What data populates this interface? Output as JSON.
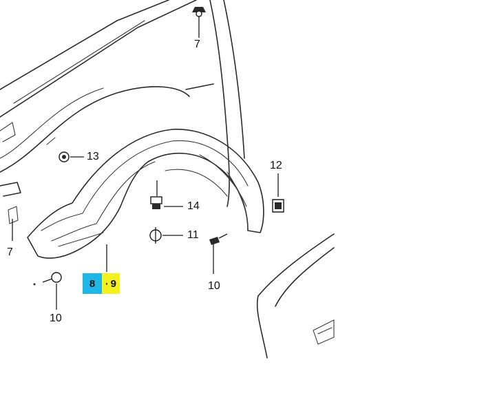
{
  "callouts": {
    "c7_top": "7",
    "c13": "13",
    "c12": "12",
    "c14": "14",
    "c11": "11",
    "c7_left": "7",
    "c10_right": "10",
    "c10_bottom": "10"
  },
  "highlight_labels": {
    "part8": "8",
    "separator": "·",
    "part9": "9",
    "part8_color": "#1fb8e6",
    "part9_color": "#f4f11f"
  }
}
